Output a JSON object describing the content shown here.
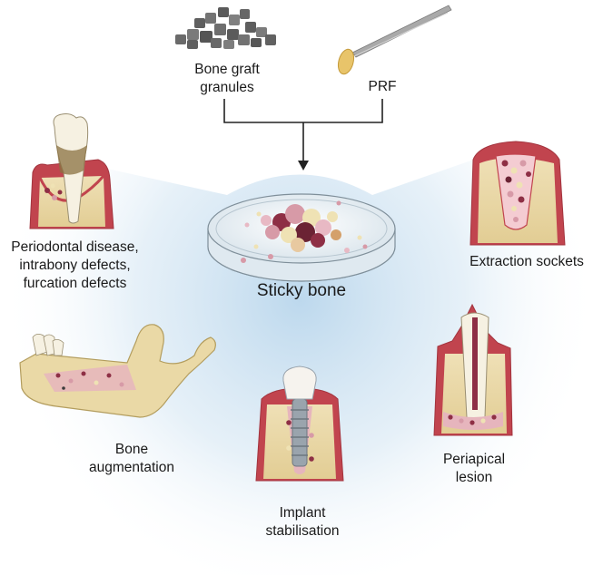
{
  "inputs": {
    "bone_graft": [
      "Bone graft",
      "granules"
    ],
    "prf": "PRF"
  },
  "center": {
    "label": "Sticky bone"
  },
  "applications": {
    "periodontal": [
      "Periodontal disease,",
      "intrabony defects,",
      "furcation defects"
    ],
    "extraction": "Extraction sockets",
    "augmentation": [
      "Bone",
      "augmentation"
    ],
    "implant": [
      "Implant",
      "stabilisation"
    ],
    "periapical": [
      "Periapical",
      "lesion"
    ]
  },
  "colors": {
    "glow": "#cfe3f1",
    "gum": "#c1444e",
    "bone": "#e7d6a8",
    "enamel": "#f7f3e6",
    "graft_dark": "#5b5b5b",
    "particle_red": "#8e2f45",
    "particle_pink": "#d79aa7",
    "particle_cream": "#efe2b4"
  },
  "icons": [
    "bone-graft-granules-icon",
    "prf-forceps-icon",
    "petri-dish-icon",
    "periodontal-tooth-icon",
    "extraction-socket-icon",
    "mandible-icon",
    "implant-icon",
    "periapical-tooth-icon"
  ]
}
